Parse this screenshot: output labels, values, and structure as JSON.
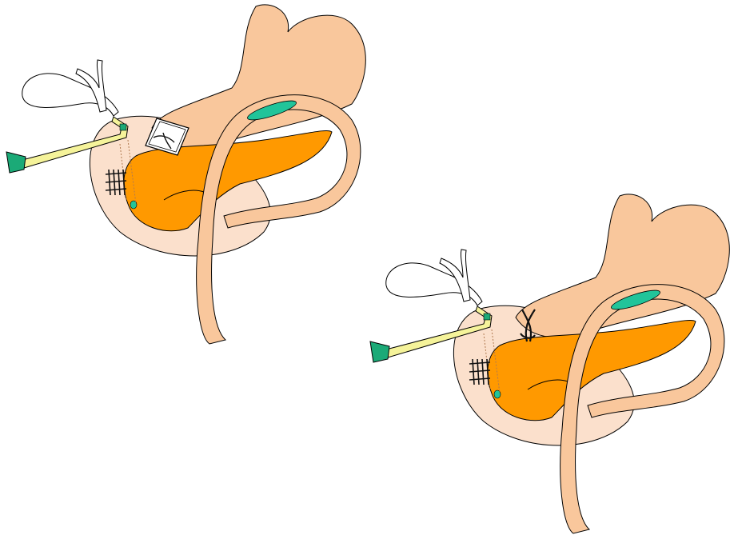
{
  "figure": {
    "panels": [
      {
        "id": "left",
        "variant": "with-patch"
      },
      {
        "id": "right",
        "variant": "with-suture"
      }
    ]
  },
  "colors": {
    "stomach_tissue": "#F9C79C",
    "pancreas": "#FF9900",
    "duodenal_wall": "#FBE0CC",
    "anastomosis_mark": "#21C49A",
    "drain_tube": "#F5F39A",
    "drain_tip": "#1BAA77",
    "stitches": "#111111",
    "outline": "#000000",
    "background": "#FFFFFF"
  },
  "icons": {
    "gallbladder": "gallbladder-icon",
    "drain": "drain-tube-icon",
    "patch": "mesh-patch-icon",
    "suture": "suture-knot-icon"
  }
}
